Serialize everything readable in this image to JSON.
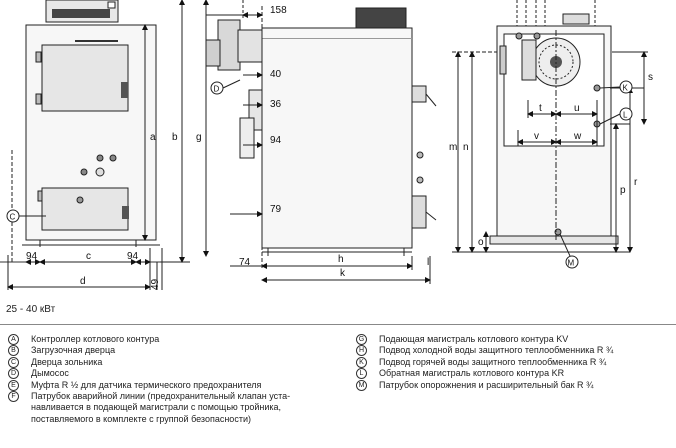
{
  "caption": "25 - 40 кВт",
  "dimensions": {
    "d158": "158",
    "d40": "40",
    "d36": "36",
    "d94_side": "94",
    "d79": "79",
    "d74": "74",
    "d94_left": "94",
    "d94_right": "94",
    "d49": "49",
    "c": "c",
    "d": "d",
    "a": "a",
    "b": "b",
    "g": "g",
    "h": "h",
    "k": "k",
    "l": "l",
    "m": "m",
    "n": "n",
    "o": "o",
    "p": "p",
    "r": "r",
    "s": "s",
    "t": "t",
    "u": "u",
    "v": "v",
    "w": "w"
  },
  "markers": {
    "C": "C",
    "D": "D",
    "K": "K",
    "L": "L",
    "M": "M"
  },
  "legend_left": [
    {
      "letter": "A",
      "text": "Контроллер котлового контура"
    },
    {
      "letter": "B",
      "text": "Загрузочная дверца"
    },
    {
      "letter": "C",
      "text": "Дверца зольника"
    },
    {
      "letter": "D",
      "text": "Дымосос"
    },
    {
      "letter": "E",
      "text": "Муфта R ½ для датчика термического предохранителя"
    },
    {
      "letter": "F",
      "text": "Патрубок аварийной линии (предохранительный клапан уста-навливается в подающей магистрали с помощью тройника, поставляемого в комплекте с группой безопасности)"
    }
  ],
  "legend_right": [
    {
      "letter": "G",
      "text": "Подающая магистраль котлового контура KV"
    },
    {
      "letter": "H",
      "text": "Подвод холодной воды защитного теплообменника R ¾"
    },
    {
      "letter": "K",
      "text": "Подвод горячей воды защитного теплообменника R ¾"
    },
    {
      "letter": "L",
      "text": "Обратная магистраль котлового контура KR"
    },
    {
      "letter": "M",
      "text": "Патрубок опорожнения и расширительный бак R ¾"
    }
  ]
}
